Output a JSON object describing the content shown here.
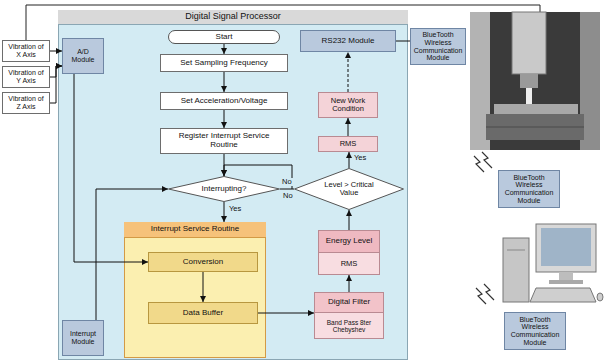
{
  "diagram": {
    "nodes": [
      {
        "text": [
          "Vibration of X Axis"
        ]
      },
      {
        "text": [
          "Vibration of Y Axis"
        ]
      },
      {
        "text": [
          "Vibration of Z Axis"
        ]
      },
      {
        "text": [
          "Digital Signal Processor"
        ]
      },
      {
        "text": [
          "A/D Module"
        ],
        "in": 3
      },
      {
        "text": [
          "Start"
        ],
        "in": 3
      },
      {
        "text": [
          "Set Sampling Frequency"
        ],
        "in": 3
      },
      {
        "text": [
          "Set Acceleration/Voltage"
        ],
        "in": 3
      },
      {
        "text": [
          "Register Interrupt Service Routine"
        ],
        "in": 3
      },
      {
        "text": [
          "Interrupting?"
        ],
        "in": 3
      },
      {
        "text": [
          "Interrupt Service Routine"
        ],
        "in": 3
      },
      {
        "text": [
          "Conversion"
        ],
        "in": 10
      },
      {
        "text": [
          "Data Buffer"
        ],
        "in": 10
      },
      {
        "text": [
          "Interrupt Module"
        ],
        "in": 3
      },
      {
        "text": [
          "RS232 Module"
        ],
        "in": 3
      },
      {
        "text": [
          "New Work Condition"
        ],
        "in": 3
      },
      {
        "text": [
          "RMS"
        ],
        "in": 3
      },
      {
        "text": [
          "Level > Critical Value"
        ],
        "in": 3
      },
      {
        "text": [
          "Energy Level",
          "RMS"
        ],
        "in": 3
      },
      {
        "text": [
          "Digital Filter",
          "Band Pass 8ter Chebyshev"
        ],
        "in": 3
      },
      {
        "text": [
          "BlueTooth Wireless Communication Module"
        ]
      },
      {
        "text": [
          "BlueTooth Wireless Communication Module"
        ]
      },
      {
        "text": [
          "BlueTooth Wireless Communication Module"
        ]
      }
    ],
    "edges": [
      {
        "from": 0,
        "to": 4,
        "arrow": "to"
      },
      {
        "from": 1,
        "to": 4,
        "arrow": "to"
      },
      {
        "from": 2,
        "to": 4,
        "arrow": "to"
      },
      {
        "from": 5,
        "to": 6,
        "arrow": "to"
      },
      {
        "from": 6,
        "to": 7,
        "arrow": "to"
      },
      {
        "from": 7,
        "to": 8,
        "arrow": "to"
      },
      {
        "from": 8,
        "to": 9,
        "arrow": "to"
      },
      {
        "from": 9,
        "to": 10,
        "label": "Yes",
        "arrow": "to"
      },
      {
        "from": 4,
        "to": 11,
        "arrow": "to"
      },
      {
        "from": 13,
        "to": 9,
        "arrow": "to"
      },
      {
        "from": 11,
        "to": 12,
        "arrow": "to"
      },
      {
        "from": 12,
        "to": 19,
        "arrow": "to"
      },
      {
        "from": 19,
        "to": 18,
        "arrow": "to"
      },
      {
        "from": 18,
        "to": 17,
        "arrow": "to"
      },
      {
        "from": 17,
        "to": 16,
        "label": "Yes",
        "arrow": "to"
      },
      {
        "from": 17,
        "to": 9,
        "label": "No",
        "arrow": "to"
      },
      {
        "from": 16,
        "to": 15,
        "arrow": "to"
      },
      {
        "from": 15,
        "to": 14,
        "arrow": "to"
      },
      {
        "from": 14,
        "to": 20,
        "arrow": "none"
      }
    ],
    "labels": [
      "No"
    ]
  }
}
